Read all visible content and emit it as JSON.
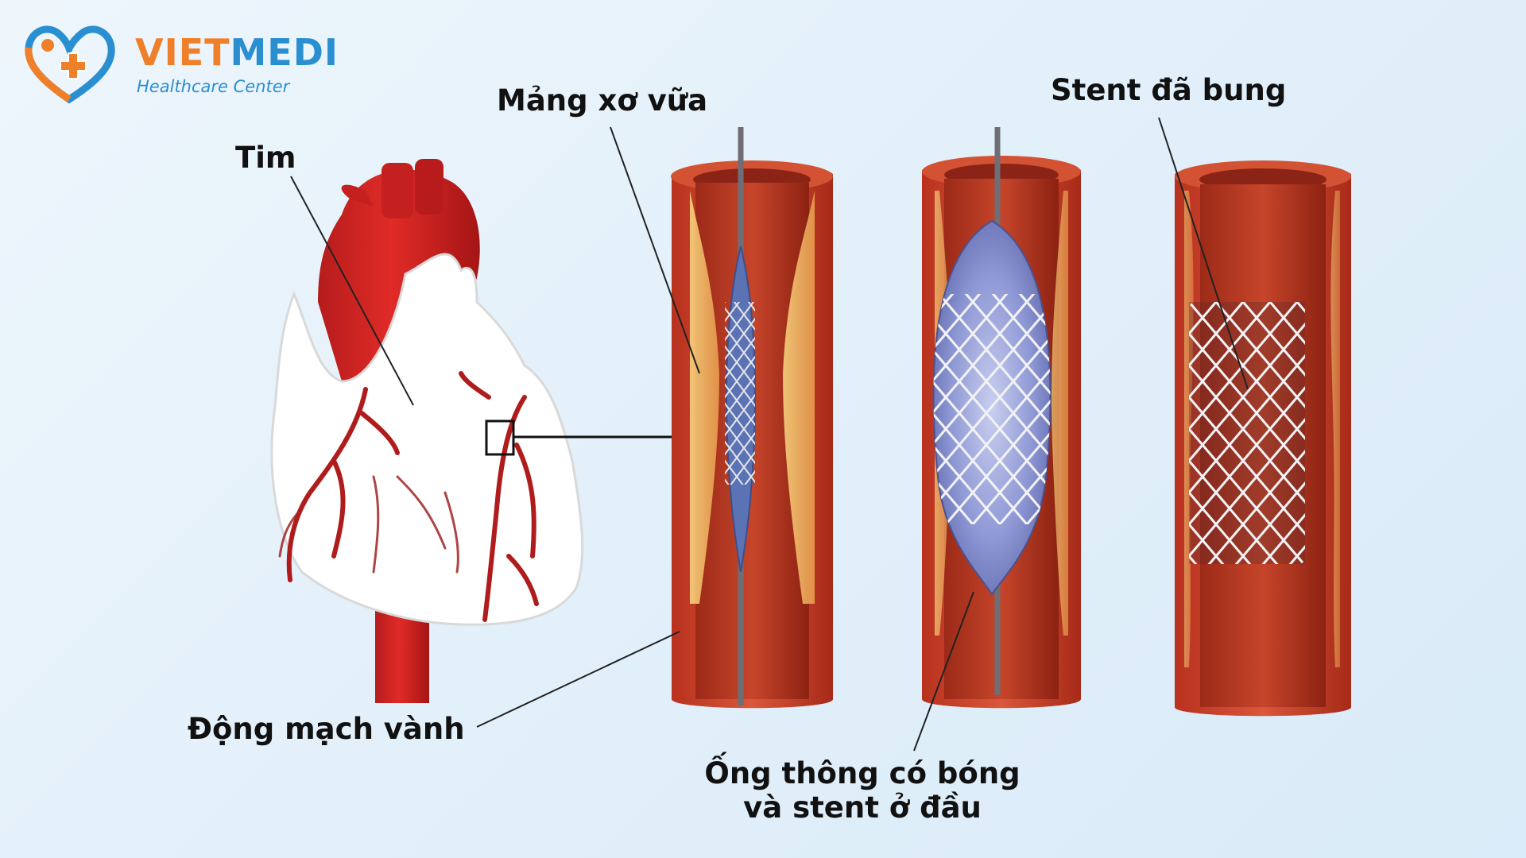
{
  "brand": {
    "name_part1": "VIET",
    "name_part2": "MEDI",
    "tagline": "Healthcare Center",
    "color_orange": "#f07f2a",
    "color_blue": "#2a8fd0"
  },
  "labels": {
    "heart": "Tim",
    "plaque": "Mảng xơ vữa",
    "expanded_stent": "Stent đã bung",
    "coronary_artery": "Động mạch vành",
    "catheter_line1": "Ống thông có bóng",
    "catheter_line2": "và stent ở đầu"
  },
  "colors": {
    "artery_red": "#c8301f",
    "vessel_wall": "#c94a2c",
    "plaque_yellow": "#f3c469",
    "balloon_blue": "#6e7fc4",
    "stent_metal": "#e8e8ec"
  },
  "icons": [
    "heart-plus-logo-icon"
  ]
}
